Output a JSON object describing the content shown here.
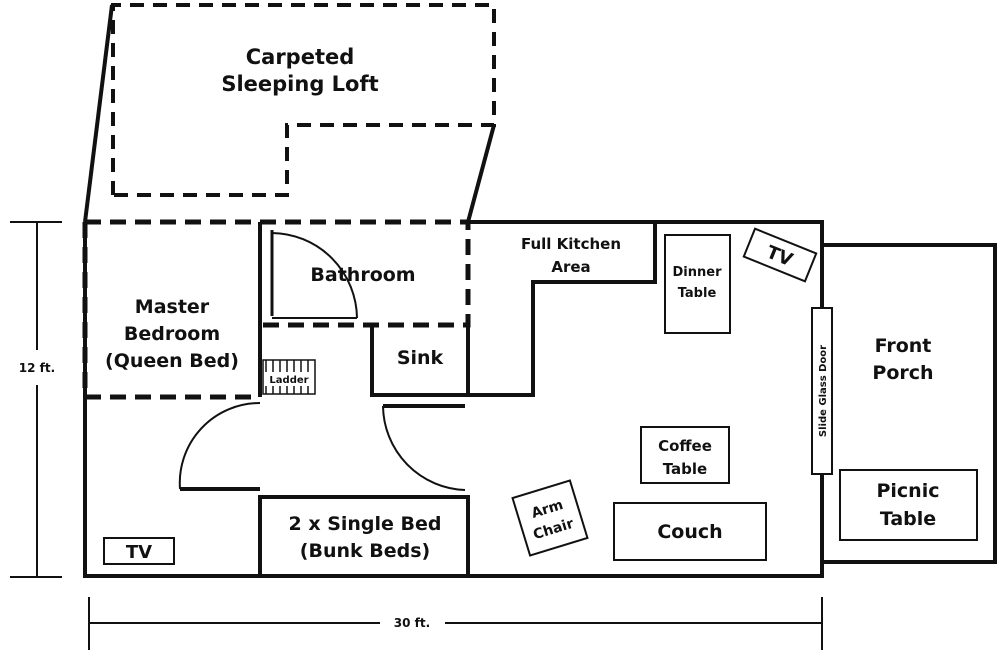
{
  "rooms": {
    "loft_line1": "Carpeted",
    "loft_line2": "Sleeping Loft",
    "master_line1": "Master",
    "master_line2": "Bedroom",
    "master_line3": "(Queen Bed)",
    "bathroom": "Bathroom",
    "sink": "Sink",
    "kitchen_line1": "Full Kitchen",
    "kitchen_line2": "Area",
    "dinner_line1": "Dinner",
    "dinner_line2": "Table",
    "tv_top": "TV",
    "tv_bottom": "TV",
    "ladder": "Ladder",
    "bunk_line1": "2 x Single Bed",
    "bunk_line2": "(Bunk Beds)",
    "coffee_line1": "Coffee",
    "coffee_line2": "Table",
    "arm_line1": "Arm",
    "arm_line2": "Chair",
    "couch": "Couch",
    "slide_door": "Slide Glass Door",
    "porch_line1": "Front",
    "porch_line2": "Porch",
    "picnic_line1": "Picnic",
    "picnic_line2": "Table"
  },
  "dimensions": {
    "height": "12 ft.",
    "width": "30 ft."
  }
}
